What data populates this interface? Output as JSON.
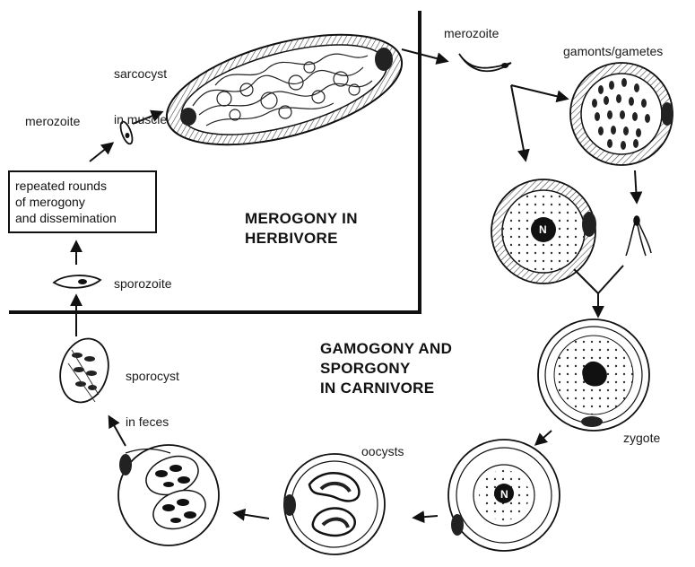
{
  "labels": {
    "sarcocyst": [
      "sarcocyst",
      "in muscle"
    ],
    "merozoite_left": "merozoite",
    "merozoite_right": "merozoite",
    "gamonts": "gamonts/gametes",
    "repeated": [
      "repeated rounds",
      "of merogony",
      "and dissemination"
    ],
    "sporozoite": "sporozoite",
    "sporocyst": [
      "sporocyst",
      "in feces"
    ],
    "zygote": "zygote",
    "oocysts": "oocysts",
    "nucleus": "N"
  },
  "headings": {
    "herbivore": [
      "MEROGONY IN",
      "HERBIVORE"
    ],
    "carnivore": [
      "GAMOGONY AND",
      "SPORGONY",
      "IN CARNIVORE"
    ]
  },
  "colors": {
    "ink": "#111111",
    "paper": "#ffffff"
  }
}
